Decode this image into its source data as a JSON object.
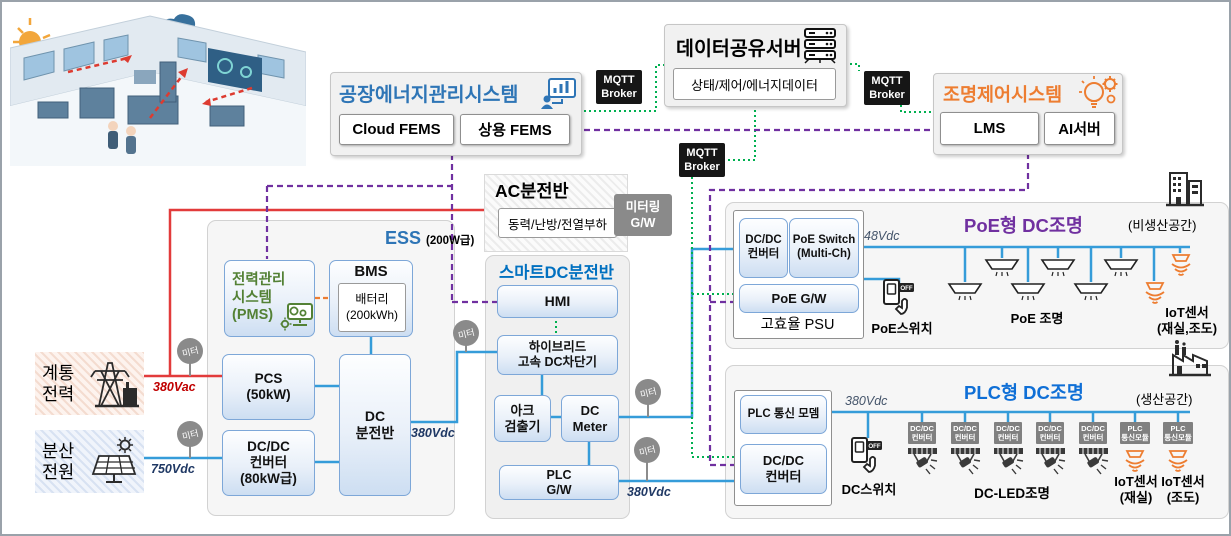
{
  "common": {
    "mqtt_broker": "MQTT\nBroker",
    "meter": "미터",
    "metering_gw": "미터링\nG/W",
    "off": "OFF"
  },
  "colors": {
    "fems_title": "#2e75b6",
    "lighting_title": "#ed7d31",
    "poe_title": "#7030a0",
    "plc_title": "#0f6fd6",
    "power_dc_line": "#359cd9",
    "power_ac_line": "#e23b3b",
    "mqtt_line": "#00b050",
    "control_line": "#7030a0",
    "pms_green": "#538135",
    "voltage_navy": "#1f3864",
    "voltage_red": "#c00000"
  },
  "fems": {
    "title": "공장에너지관리시스템",
    "cloud_btn": "Cloud FEMS",
    "commercial_btn": "상용 FEMS"
  },
  "data_server": {
    "title": "데이터공유서버",
    "content": "상태/제어/에너지데이터"
  },
  "lighting": {
    "title": "조명제어시스템",
    "lms_btn": "LMS",
    "ai_btn": "AI서버"
  },
  "ac_panel": {
    "title": "AC분전반",
    "load": "동력/난방/전열부하"
  },
  "ess": {
    "title": "ESS",
    "capacity": "(200W급)",
    "pms": "전력관리\n시스템\n(PMS)",
    "bms": "BMS",
    "battery": "배터리\n(200kWh)",
    "pcs": "PCS\n(50kW)",
    "dcdc": "DC/DC\n컨버터\n(80kW급)",
    "dc_panel": "DC\n분전반",
    "output_voltage": "380Vdc"
  },
  "sources": {
    "grid_label": "계통\n전력",
    "grid_voltage": "380Vac",
    "dist_label": "분산\n전원",
    "dist_voltage": "750Vdc"
  },
  "smart_panel": {
    "title": "스마트DC분전반",
    "hmi": "HMI",
    "breaker": "하이브리드\n고속 DC차단기",
    "arc_detector": "아크\n검출기",
    "dc_meter": "DC\nMeter",
    "plc_gw": "PLC\nG/W",
    "output_voltage": "380Vdc"
  },
  "poe": {
    "title": "PoE형 DC조명",
    "space": "(비생산공간)",
    "dcdc": "DC/DC\n컨버터",
    "switch": "PoE Switch\n(Multi-Ch)",
    "gw": "PoE G/W",
    "psu": "고효율 PSU",
    "bus_voltage": "48Vdc",
    "wall_switch": "PoE스위치",
    "lamps": "PoE 조명",
    "sensor": "IoT센서\n(재실,조도)"
  },
  "plc": {
    "title": "PLC형 DC조명",
    "space": "(생산공간)",
    "modem": "PLC 통신 모뎀",
    "dcdc": "DC/DC\n컨버터",
    "bus_voltage": "380Vdc",
    "wall_switch": "DC스위치",
    "unit_dcdc": "DC/DC\n컨버터",
    "unit_module": "PLC\n통신모듈",
    "lamps": "DC-LED조명",
    "sensor_occupancy": "IoT센서\n(재실)",
    "sensor_illum": "IoT센서\n(조도)"
  }
}
